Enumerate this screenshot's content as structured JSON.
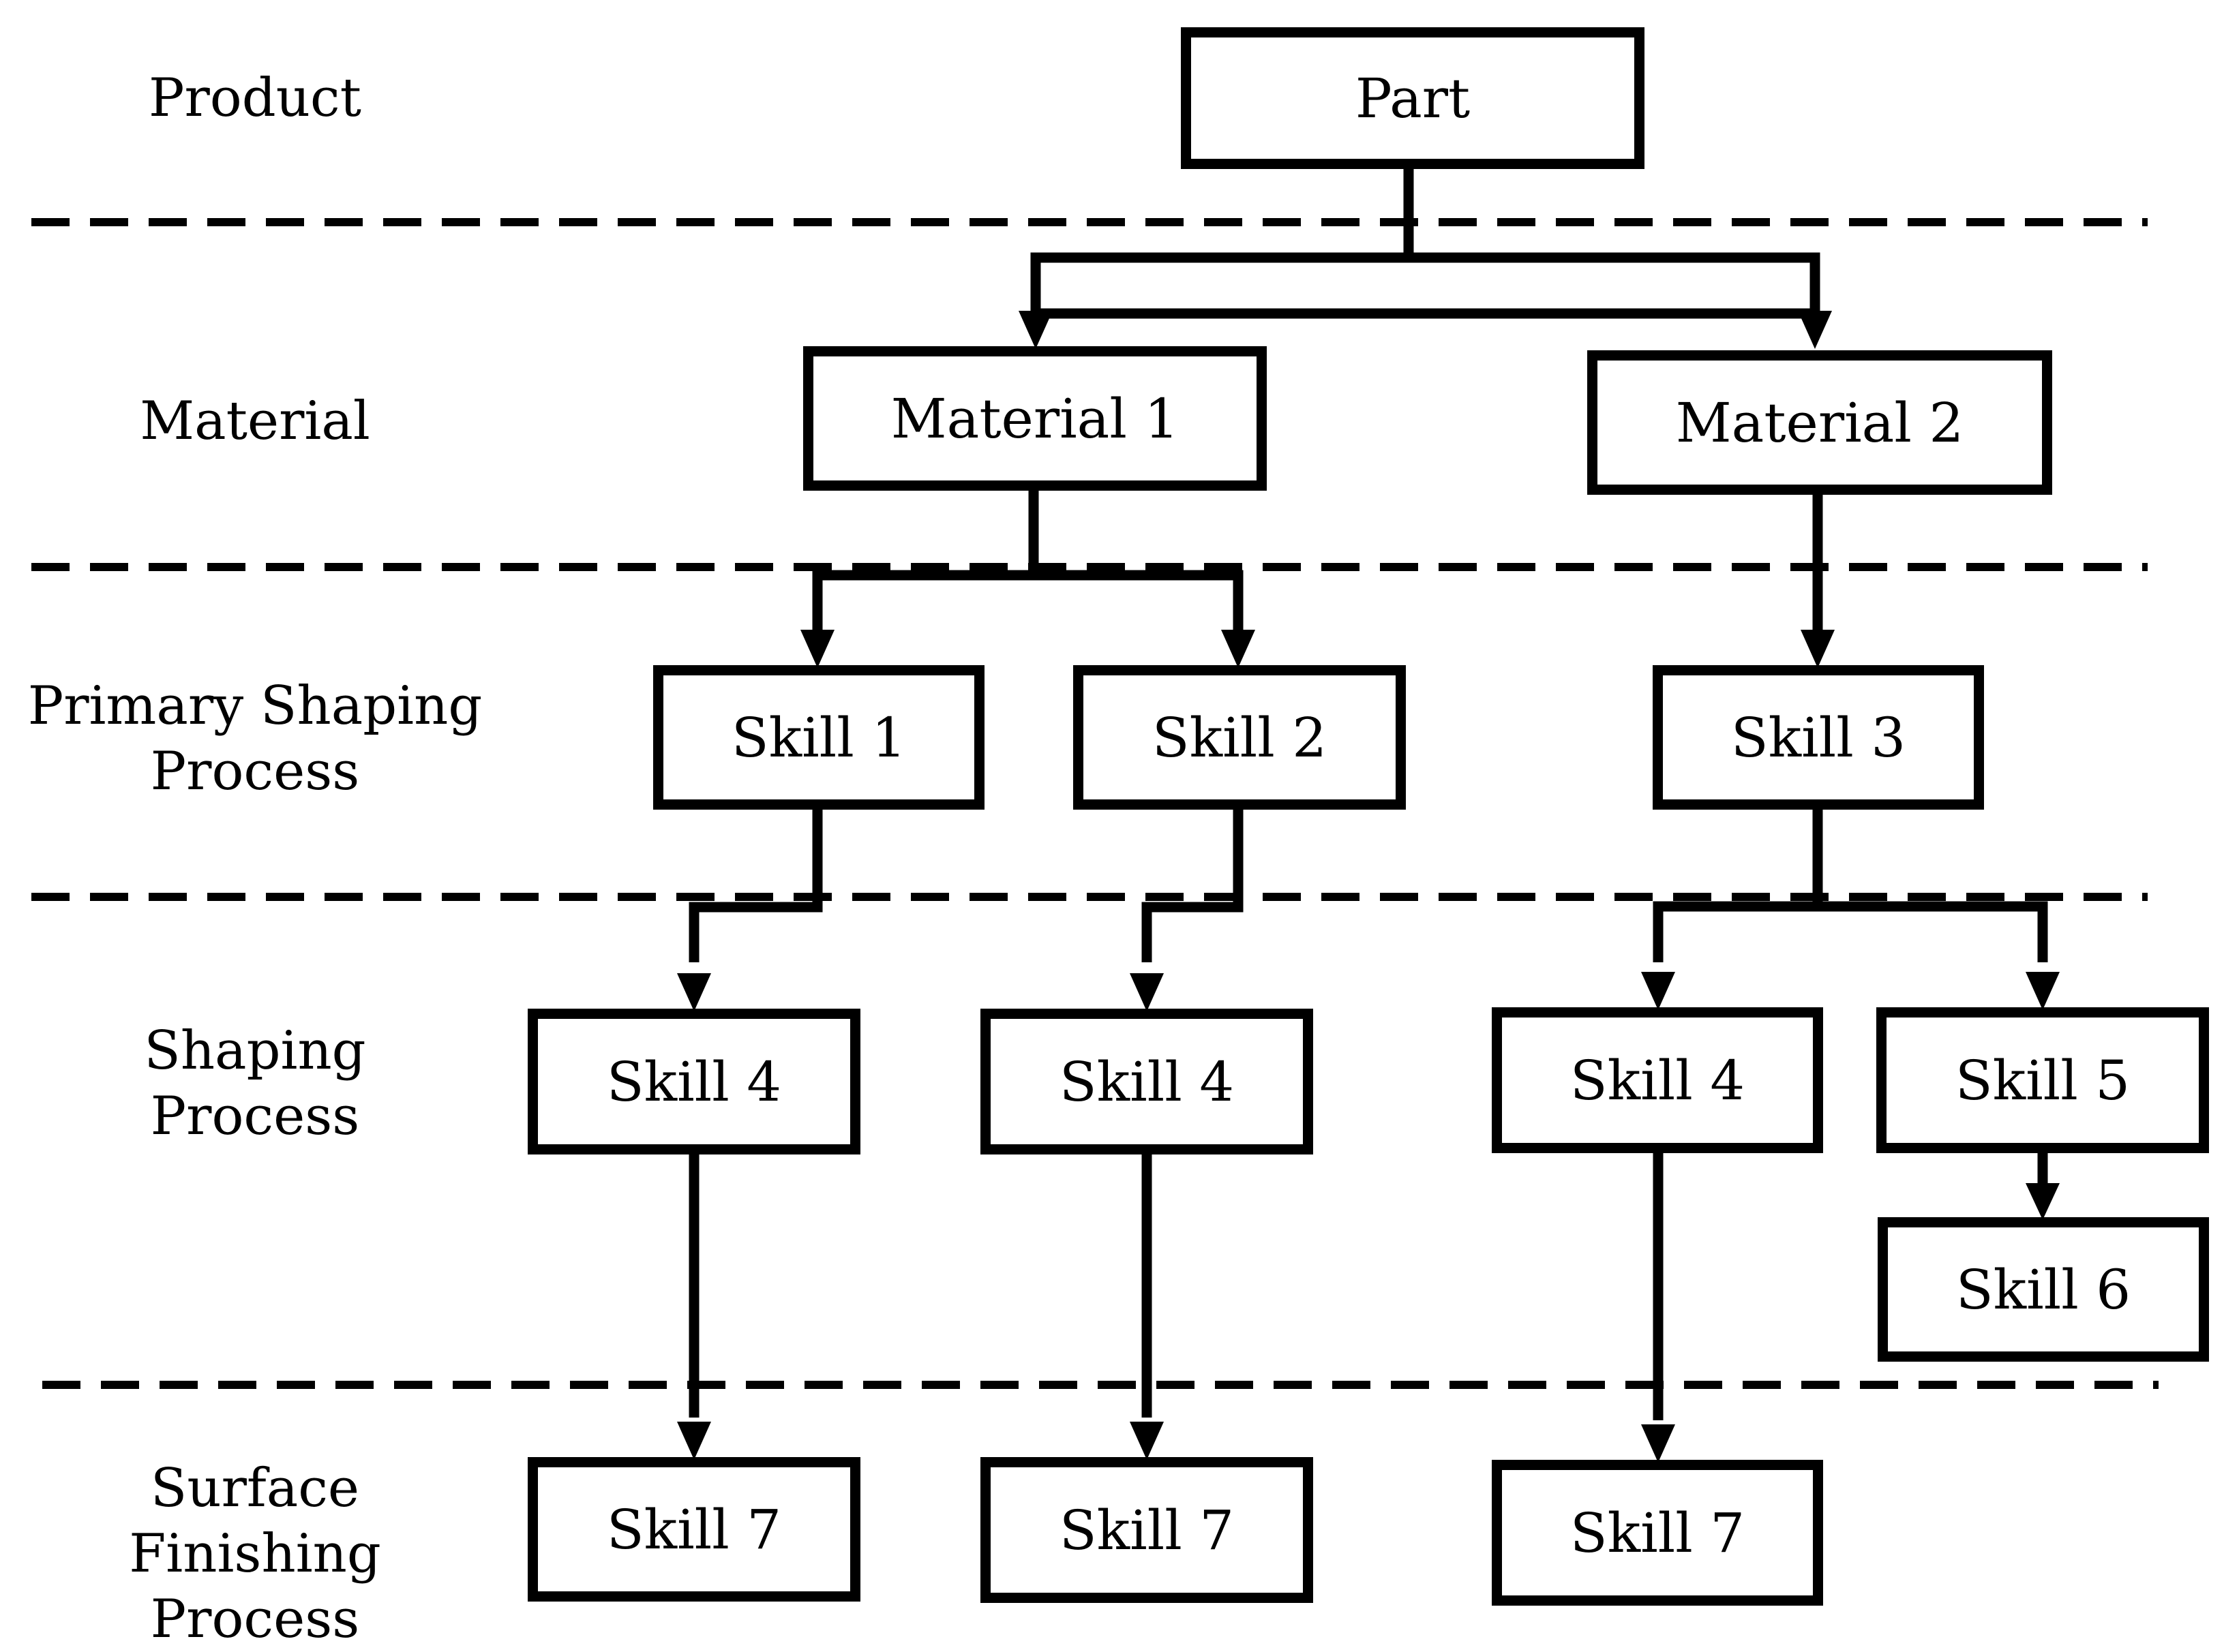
{
  "levels": {
    "product": [
      "Product"
    ],
    "material": [
      "Material"
    ],
    "primary_shaping": [
      "Primary Shaping",
      "Process"
    ],
    "shaping": [
      "Shaping",
      "Process"
    ],
    "surface_finishing": [
      "Surface Finishing",
      "Process"
    ]
  },
  "nodes": {
    "part": "Part",
    "material_1": "Material 1",
    "material_2": "Material 2",
    "skill_1": "Skill 1",
    "skill_2": "Skill 2",
    "skill_3": "Skill 3",
    "skill_4_a": "Skill 4",
    "skill_4_b": "Skill 4",
    "skill_4_c": "Skill 4",
    "skill_5": "Skill 5",
    "skill_6": "Skill 6",
    "skill_7_a": "Skill 7",
    "skill_7_b": "Skill 7",
    "skill_7_c": "Skill 7"
  },
  "colors": {
    "stroke": "#000000",
    "background": "#ffffff"
  }
}
